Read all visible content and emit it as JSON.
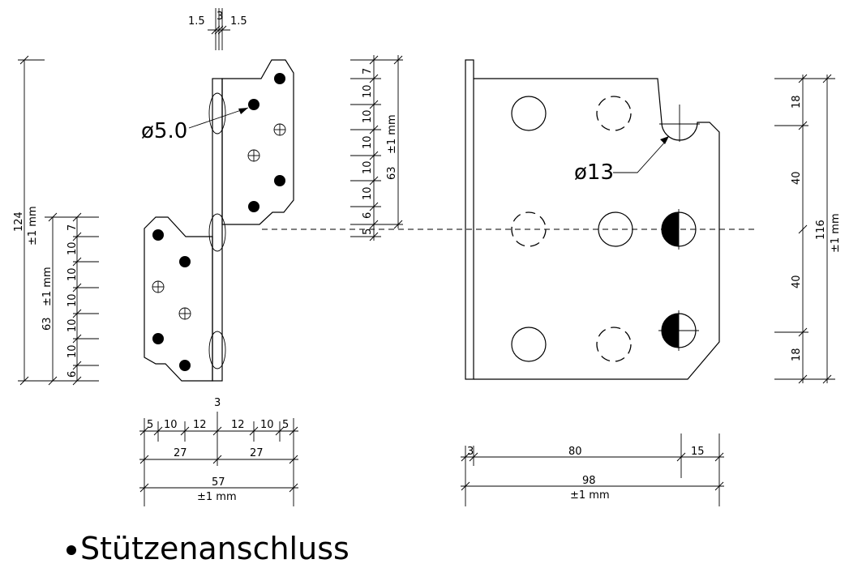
{
  "title": "Stützenanschluss",
  "callouts": {
    "hole_small": "ø5.0",
    "hole_large": "ø13"
  },
  "dims": {
    "top_a": "1.5",
    "top_b": "3",
    "top_c": "1.5",
    "left_total": "124",
    "left_total_tol": "±1 mm",
    "left_63": "63",
    "left_63_tol": "±1 mm",
    "left_6": "6",
    "left_10a": "10",
    "left_10b": "10",
    "left_10c": "10",
    "left_10d": "10",
    "left_10e": "10",
    "left_7": "7",
    "mid_5": "5",
    "mid_6": "6",
    "mid_10a": "10",
    "mid_10b": "10",
    "mid_10c": "10",
    "mid_10d": "10",
    "mid_10e": "10",
    "mid_7": "7",
    "mid_63": "63",
    "mid_63_tol": "±1 mm",
    "right_18a": "18",
    "right_40a": "40",
    "right_40b": "40",
    "right_18b": "18",
    "right_116": "116",
    "right_116_tol": "±1 mm",
    "bot_3": "3",
    "bot_5a": "5",
    "bot_10a": "10",
    "bot_12a": "12",
    "bot_12b": "12",
    "bot_10b": "10",
    "bot_5b": "5",
    "bot_27a": "27",
    "bot_27b": "27",
    "bot_57": "57",
    "bot_57_tol": "±1 mm",
    "rb_3": "3",
    "rb_80": "80",
    "rb_15": "15",
    "rb_98": "98",
    "rb_98_tol": "±1 mm"
  }
}
